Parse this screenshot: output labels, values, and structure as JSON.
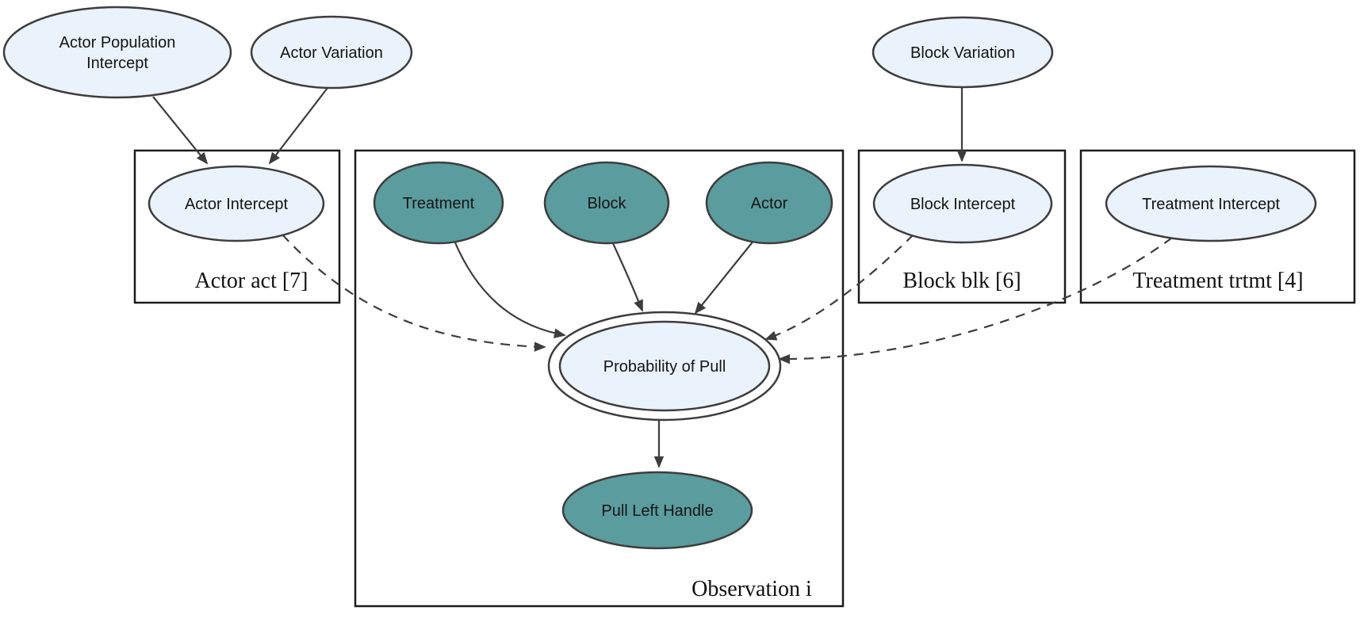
{
  "diagram": {
    "kind": "plate-notation-graphical-model",
    "background": "#ffffff",
    "colors": {
      "node_fill_light_blue": "#eaf2fb",
      "node_fill_teal": "#5b9c9e",
      "node_stroke": "#3d3d3d",
      "plate_stroke": "#1c1c1c",
      "edge": "#3d3d3d",
      "text": "#141414"
    },
    "plates": [
      {
        "id": "actor-act",
        "label": "Actor act [7]"
      },
      {
        "id": "observation",
        "label": "Observation i"
      },
      {
        "id": "block-blk",
        "label": "Block blk [6]"
      },
      {
        "id": "treatment-trtmt",
        "label": "Treatment trtmt [4]"
      }
    ],
    "nodes": [
      {
        "id": "actor-population-intercept",
        "label": "Actor Population Intercept",
        "label_lines": [
          "Actor Population",
          "Intercept"
        ],
        "fill": "light-blue",
        "border": "single",
        "plate": null
      },
      {
        "id": "actor-variation",
        "label": "Actor Variation",
        "fill": "light-blue",
        "border": "single",
        "plate": null
      },
      {
        "id": "block-variation",
        "label": "Block Variation",
        "fill": "light-blue",
        "border": "single",
        "plate": null
      },
      {
        "id": "actor-intercept",
        "label": "Actor Intercept",
        "fill": "light-blue",
        "border": "single",
        "plate": "actor-act"
      },
      {
        "id": "treatment",
        "label": "Treatment",
        "fill": "teal",
        "border": "single",
        "plate": "observation"
      },
      {
        "id": "block",
        "label": "Block",
        "fill": "teal",
        "border": "single",
        "plate": "observation"
      },
      {
        "id": "actor",
        "label": "Actor",
        "fill": "teal",
        "border": "single",
        "plate": "observation"
      },
      {
        "id": "probability-of-pull",
        "label": "Probability of Pull",
        "fill": "light-blue",
        "border": "double",
        "plate": "observation"
      },
      {
        "id": "pull-left-handle",
        "label": "Pull Left Handle",
        "fill": "teal",
        "border": "single",
        "plate": "observation"
      },
      {
        "id": "block-intercept",
        "label": "Block Intercept",
        "fill": "light-blue",
        "border": "single",
        "plate": "block-blk"
      },
      {
        "id": "treatment-intercept",
        "label": "Treatment Intercept",
        "fill": "light-blue",
        "border": "single",
        "plate": "treatment-trtmt"
      }
    ],
    "edges": [
      {
        "from": "actor-population-intercept",
        "to": "actor-intercept",
        "style": "solid"
      },
      {
        "from": "actor-variation",
        "to": "actor-intercept",
        "style": "solid"
      },
      {
        "from": "block-variation",
        "to": "block-intercept",
        "style": "solid"
      },
      {
        "from": "treatment",
        "to": "probability-of-pull",
        "style": "solid"
      },
      {
        "from": "block",
        "to": "probability-of-pull",
        "style": "solid"
      },
      {
        "from": "actor",
        "to": "probability-of-pull",
        "style": "solid"
      },
      {
        "from": "actor-intercept",
        "to": "probability-of-pull",
        "style": "dashed"
      },
      {
        "from": "block-intercept",
        "to": "probability-of-pull",
        "style": "dashed"
      },
      {
        "from": "treatment-intercept",
        "to": "probability-of-pull",
        "style": "dashed"
      },
      {
        "from": "probability-of-pull",
        "to": "pull-left-handle",
        "style": "solid"
      }
    ]
  }
}
